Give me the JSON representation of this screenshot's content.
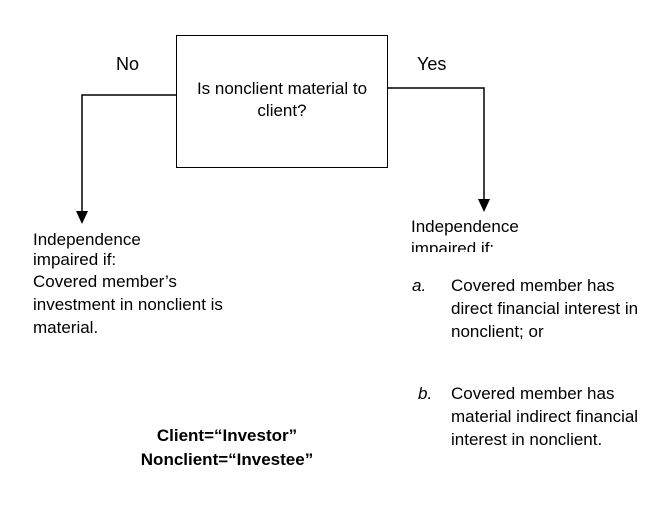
{
  "decision": {
    "question": "Is nonclient material to client?"
  },
  "branches": {
    "no_label": "No",
    "yes_label": "Yes"
  },
  "left_outcome": {
    "heading_line1": "Independence",
    "heading_line2": "impaired if:",
    "body": "Covered member’s investment in nonclient is material."
  },
  "right_outcome": {
    "heading_line1": "Independence",
    "heading_line2": "impaired if:",
    "conditions": [
      {
        "marker": "a.",
        "text": "Covered member has direct financial interest in nonclient; or"
      },
      {
        "marker": "b.",
        "text": "Covered member has material indirect financial interest in nonclient."
      }
    ]
  },
  "note": {
    "line1": "Client=“Investor”",
    "line2": "Nonclient=“Investee”"
  }
}
